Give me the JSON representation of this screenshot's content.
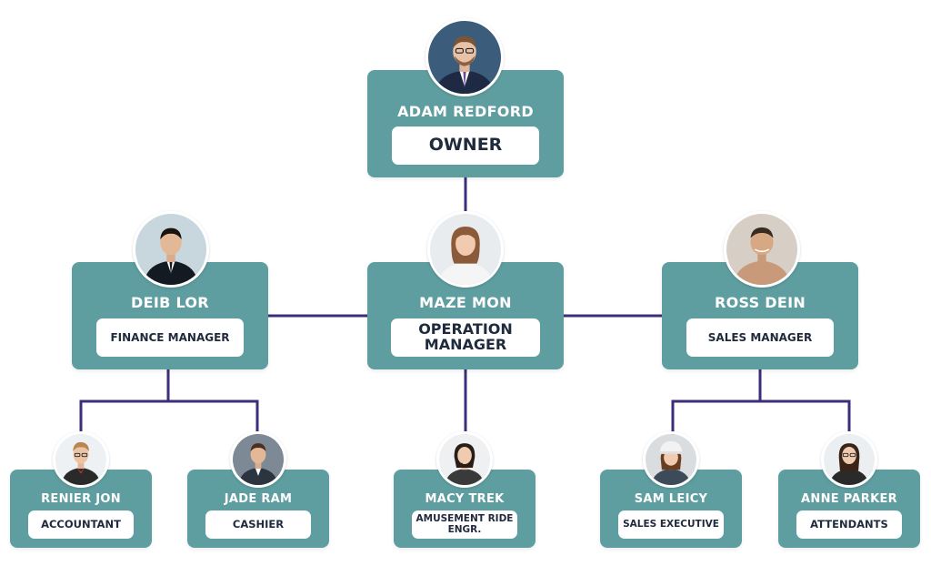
{
  "org_chart": {
    "owner": {
      "name": "ADAM REDFORD",
      "role": "OWNER"
    },
    "managers": [
      {
        "name": "DEIB LOR",
        "role": "FINANCE MANAGER"
      },
      {
        "name": "MAZE MON",
        "role": "OPERATION MANAGER"
      },
      {
        "name": "ROSS DEIN",
        "role": "SALES MANAGER"
      }
    ],
    "staff": [
      {
        "name": "RENIER JON",
        "role": "ACCOUNTANT"
      },
      {
        "name": "JADE RAM",
        "role": "CASHIER"
      },
      {
        "name": "MACY TREK",
        "role": "AMUSEMENT RIDE ENGR."
      },
      {
        "name": "SAM LEICY",
        "role": "SALES EXECUTIVE"
      },
      {
        "name": "ANNE PARKER",
        "role": "ATTENDANTS"
      }
    ]
  },
  "colors": {
    "card": "#5f9ea0",
    "connector": "#3d2d7a",
    "role_text": "#1f2a3c"
  }
}
